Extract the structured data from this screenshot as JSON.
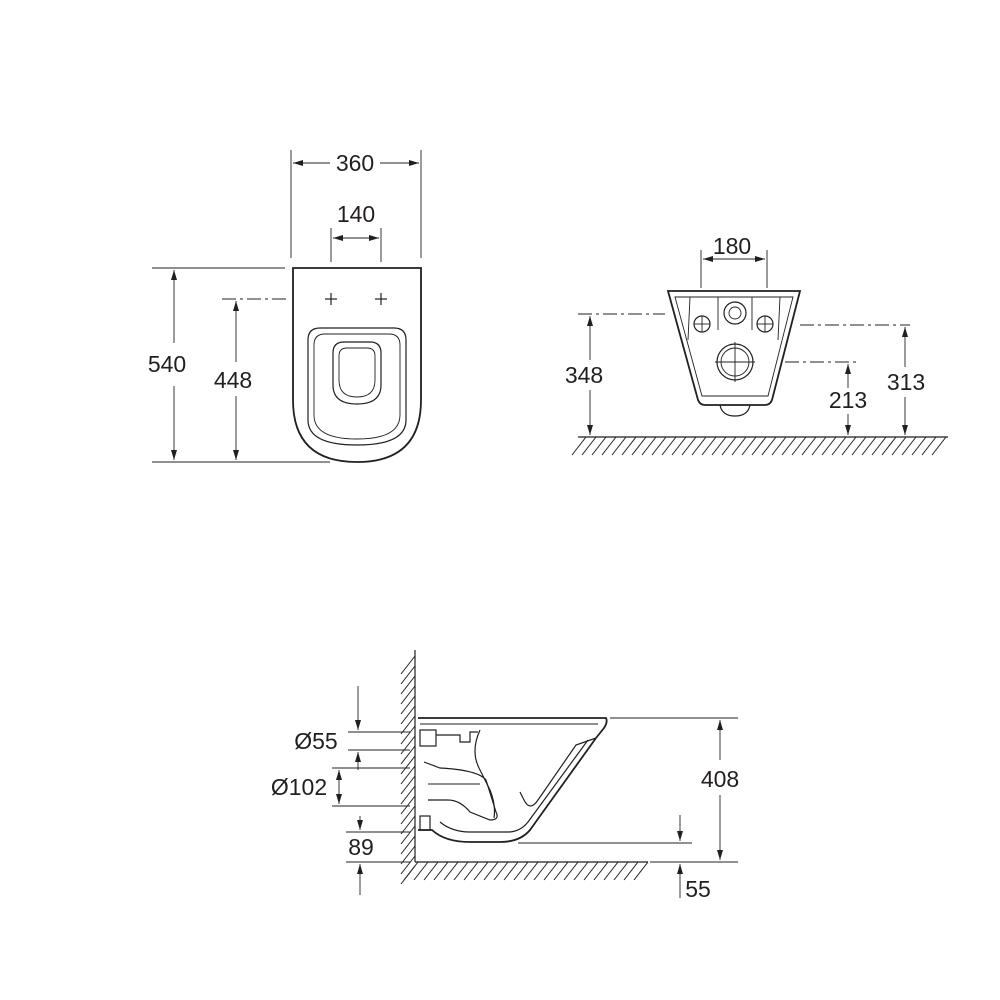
{
  "colors": {
    "line": "#231f20",
    "background": "#ffffff"
  },
  "front_view": {
    "overall_width": "360",
    "bolt_spacing": "140",
    "overall_length": "540",
    "bolt_distance": "448"
  },
  "rear_view": {
    "connection_width": "180",
    "bolt_height": "348",
    "inlet_height": "313",
    "outlet_height": "213"
  },
  "side_view": {
    "inlet_diameter": "Ø55",
    "outlet_diameter": "Ø102",
    "outlet_height": "89",
    "rim_height": "408",
    "floor_offset": "55"
  }
}
